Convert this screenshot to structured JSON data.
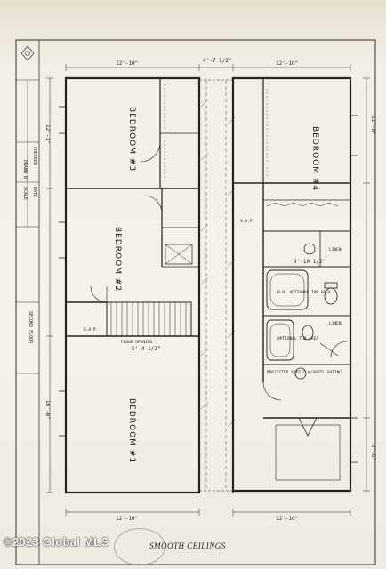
{
  "watermark": "©2023 Global MLS",
  "bottom_note": "SMOOTH CEILINGS",
  "rooms": {
    "bedroom_3": "BEDROOM #3",
    "bedroom_2": "BEDROOM #2",
    "bedroom_1": "BEDROOM #1",
    "bedroom_4": "BEDROOM #4"
  },
  "labels": {
    "floor_opening": "FLOOR OPENING",
    "linen": "LINEN",
    "wh_optional_tub": "W.H. OPTIONAL TUB AREA",
    "projected_soffit": "PROJECTED SOFFIT W/SPOTLIGHTING",
    "sap": "S.A.P.",
    "opt_tub": "OPTIONAL TUB AREA"
  },
  "dimensions": {
    "top_a": "12'-10\"",
    "top_b": "4'-7 1/2\"",
    "top_c": "12'-10\"",
    "bottom_a": "12'-10\"",
    "bottom_b": "12'-10\"",
    "mid_a": "5'-4 1/2\"",
    "mid_b": "3'-10 1/2\"",
    "side_a": "12'-1\"",
    "side_b": "16'-8\"",
    "side_c": "11'-0\"",
    "side_d": "3'-6\""
  },
  "titleblock": {
    "line1": "DRAWN BY",
    "line2": "CHECKED",
    "line3": "SCALE",
    "line4": "DATE",
    "line5": "SECOND FLOOR"
  }
}
